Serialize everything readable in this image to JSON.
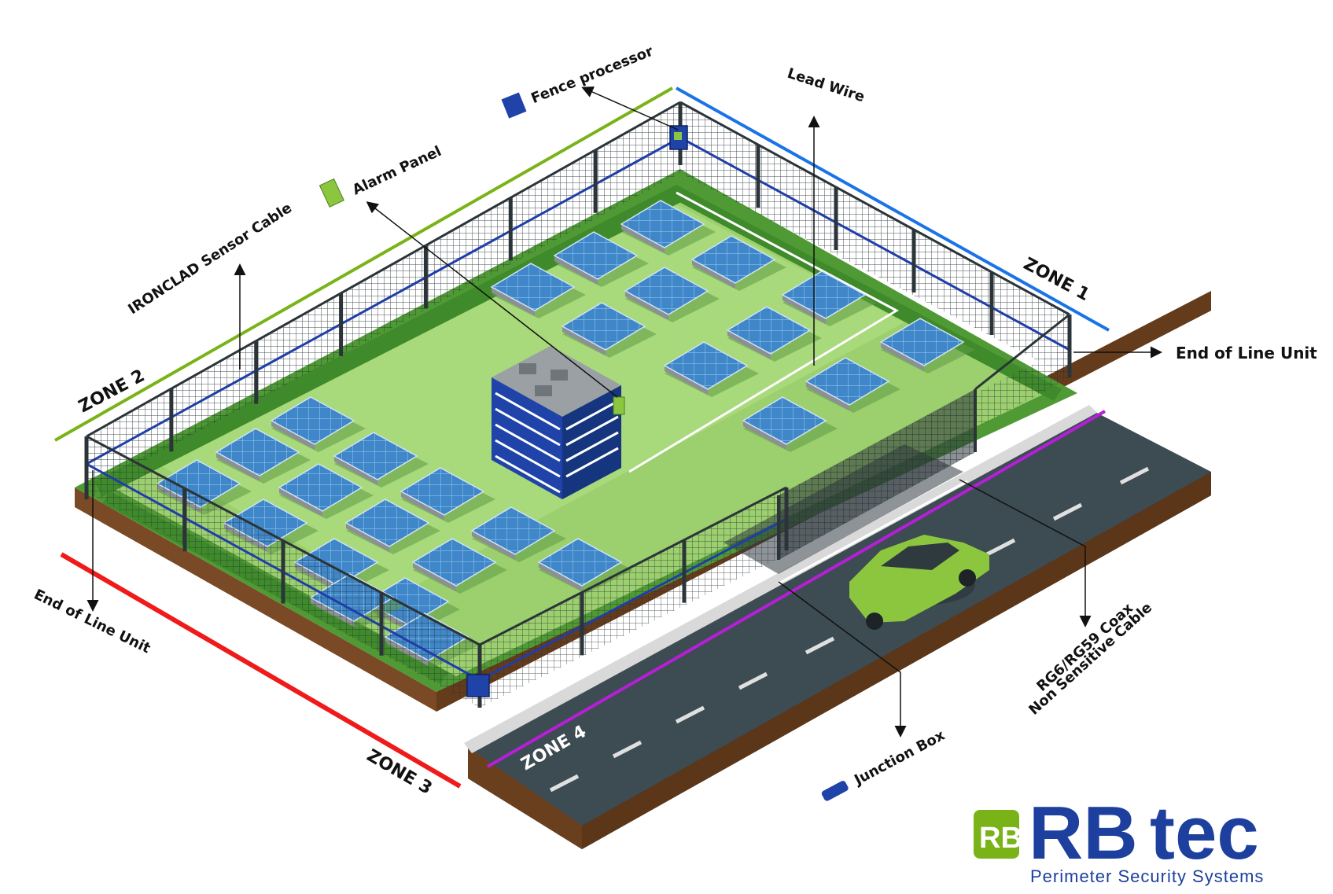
{
  "labels": {
    "fence_processor": "Fence processor",
    "alarm_panel": "Alarm Panel",
    "lead_wire": "Lead Wire",
    "sensor_cable": "IRONCLAD Sensor Cable",
    "eol_right": "End of Line Unit",
    "eol_left": "End of Line Unit",
    "coax_line1": "RG6/RG59 Coax",
    "coax_line2": "Non Sensitive Cable",
    "junction_box": "Junction Box"
  },
  "zones": {
    "zone1": "ZONE 1",
    "zone2": "ZONE 2",
    "zone3": "ZONE 3",
    "zone4": "ZONE 4"
  },
  "brand": {
    "logo_mark": "RB",
    "name_rb": "RB",
    "name_tec": "tec",
    "tagline": "Perimeter Security Systems"
  },
  "colors": {
    "zone1": "#1a73e8",
    "zone2": "#7ab317",
    "zone3": "#ef1b1b",
    "zone4": "#b51fd6",
    "grass": "#8ec96a",
    "road": "#3d4b52",
    "panel": "#3f87c9",
    "building": "#1f43a8",
    "car": "#8cc63f",
    "brand_blue": "#1d3f9e",
    "brand_green": "#7ab317"
  },
  "icons": [
    "fence-processor-icon",
    "alarm-panel-icon",
    "junction-box-icon",
    "solar-panel-icon",
    "car-icon",
    "building-icon",
    "arrow-icon",
    "gate-icon"
  ]
}
